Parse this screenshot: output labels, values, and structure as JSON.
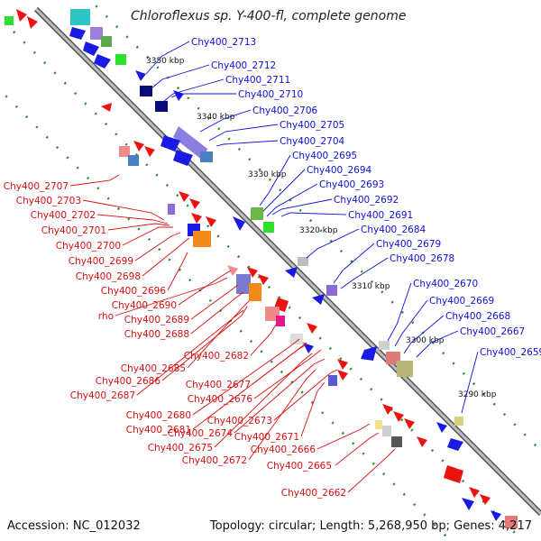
{
  "header": {
    "title": "Chloroflexus sp. Y-400-fl, complete genome"
  },
  "footer": {
    "accession": "Accession: NC_012032",
    "summary": "Topology: circular; Length: 5,268,950 bp; Genes: 4,217"
  },
  "colors": {
    "backbone": "#8a8a8a",
    "forward": "#1a1ae6",
    "reverse": "#ee1111",
    "tick": "#2a8a2a"
  },
  "scale_ticks": [
    "3350 kbp",
    "3340 kbp",
    "3330 kbp",
    "3320 kbp",
    "3310 kbp",
    "3300 kbp",
    "3290 kbp"
  ],
  "forward_labels": [
    "Chy400_2713",
    "Chy400_2712",
    "Chy400_2711",
    "Chy400_2710",
    "Chy400_2706",
    "Chy400_2705",
    "Chy400_2704",
    "Chy400_2695",
    "Chy400_2694",
    "Chy400_2693",
    "Chy400_2692",
    "Chy400_2691",
    "Chy400_2684",
    "Chy400_2679",
    "Chy400_2678",
    "Chy400_2670",
    "Chy400_2669",
    "Chy400_2668",
    "Chy400_2667",
    "Chy400_2659"
  ],
  "reverse_labels": [
    "Chy400_2707",
    "Chy400_2703",
    "Chy400_2702",
    "Chy400_2701",
    "Chy400_2700",
    "Chy400_2699",
    "Chy400_2698",
    "Chy400_2696",
    "Chy400_2690",
    "rho",
    "Chy400_2689",
    "Chy400_2688",
    "Chy400_2682",
    "Chy400_2685",
    "Chy400_2686",
    "Chy400_2687",
    "Chy400_2677",
    "Chy400_2676",
    "Chy400_2680",
    "Chy400_2681",
    "Chy400_2674",
    "Chy400_2673",
    "Chy400_2675",
    "Chy400_2671",
    "Chy400_2672",
    "Chy400_2666",
    "Chy400_2665",
    "Chy400_2662"
  ]
}
